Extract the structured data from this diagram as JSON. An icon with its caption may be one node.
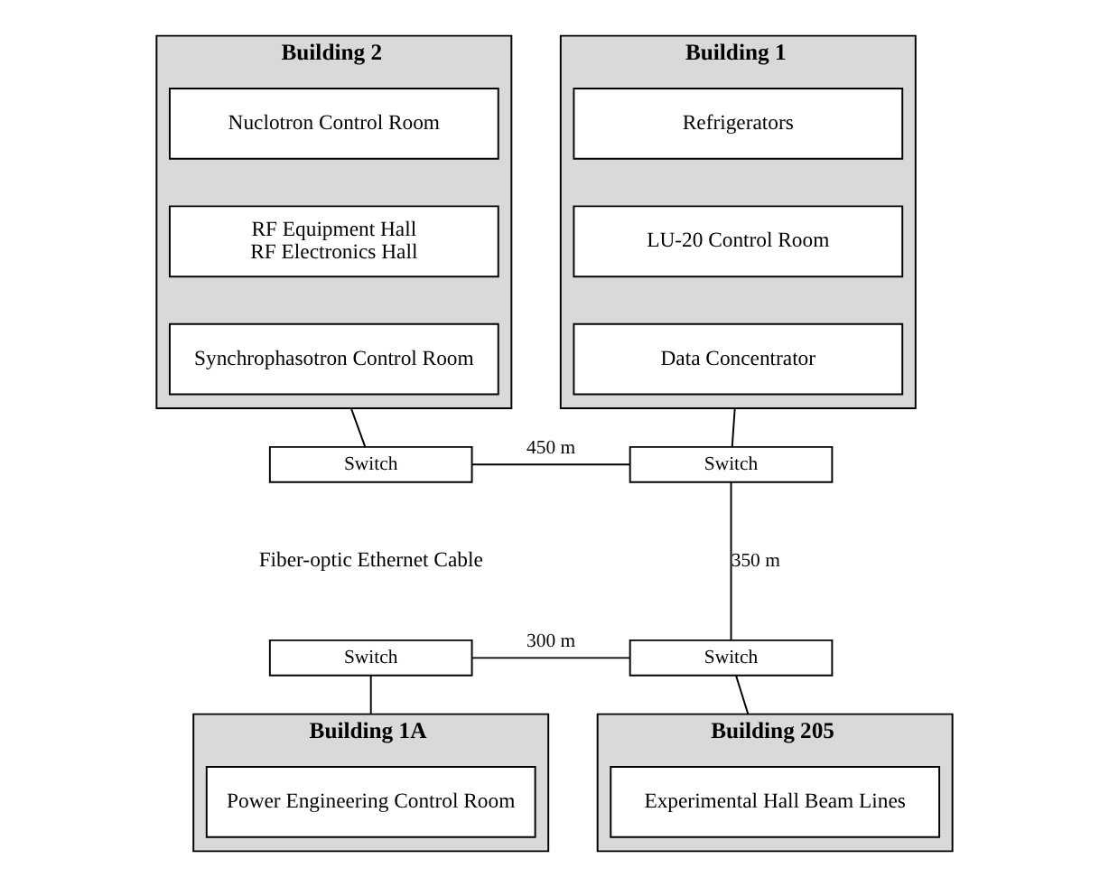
{
  "diagram": {
    "nodes": [
      {
        "text": [
          "Building 2"
        ]
      },
      {
        "text": [
          "Nuclotron Control Room"
        ],
        "in": 0
      },
      {
        "text": [
          "RF Equipment Hall",
          "RF Electronics Hall"
        ],
        "in": 0
      },
      {
        "text": [
          "Synchrophasotron Control Room"
        ],
        "in": 0
      },
      {
        "text": [
          "Building 1"
        ]
      },
      {
        "text": [
          "Refrigerators"
        ],
        "in": 4
      },
      {
        "text": [
          "LU-20 Control Room"
        ],
        "in": 4
      },
      {
        "text": [
          "Data Concentrator"
        ],
        "in": 4
      },
      {
        "text": [
          "Switch"
        ]
      },
      {
        "text": [
          "Switch"
        ]
      },
      {
        "text": [
          "Switch"
        ]
      },
      {
        "text": [
          "Switch"
        ]
      },
      {
        "text": [
          "Building 1A"
        ]
      },
      {
        "text": [
          "Power Engineering Control Room"
        ],
        "in": 12
      },
      {
        "text": [
          "Building 205"
        ]
      },
      {
        "text": [
          "Experimental Hall Beam Lines"
        ],
        "in": 14
      }
    ],
    "edges": [
      {
        "from": 0,
        "to": 8,
        "arrow": "none"
      },
      {
        "from": 4,
        "to": 9,
        "arrow": "none"
      },
      {
        "from": 8,
        "to": 9,
        "arrow": "none",
        "label": "450 m"
      },
      {
        "from": 9,
        "to": 11,
        "arrow": "none",
        "label": "350 m"
      },
      {
        "from": 10,
        "to": 11,
        "arrow": "none",
        "label": "300 m"
      },
      {
        "from": 10,
        "to": 12,
        "arrow": "none"
      },
      {
        "from": 11,
        "to": 14,
        "arrow": "none"
      }
    ],
    "labels": [
      "Fiber-optic Ethernet Cable"
    ]
  }
}
